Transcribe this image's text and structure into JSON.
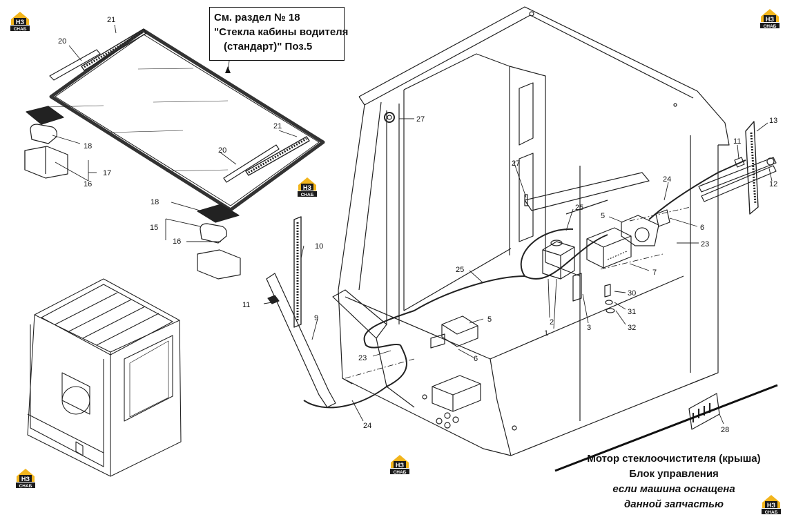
{
  "callout": {
    "line1": "См. раздел № 18",
    "line2": "\"Стекла кабины водителя",
    "line3": "(стандарт)\" Поз.5"
  },
  "caption": {
    "line1": "Мотор стеклоочистителя (крыша)",
    "line2": "Блок управления",
    "line3": "если машина оснащена",
    "line4": "данной запчастью"
  },
  "logo": {
    "top": "НЗ",
    "bottom": "СНАБ",
    "colors": {
      "yellow": "#f2b51d",
      "dark": "#1b1b1b"
    }
  },
  "parts": {
    "p1": "1",
    "p2": "2",
    "p3": "3",
    "p5": "5",
    "p6": "6",
    "p7": "7",
    "p9": "9",
    "p10": "10",
    "p11": "11",
    "p12": "12",
    "p13": "13",
    "p15": "15",
    "p16": "16",
    "p17": "17",
    "p18": "18",
    "p20": "20",
    "p21": "21",
    "p23": "23",
    "p24": "24",
    "p25": "25",
    "p27": "27",
    "p28": "28",
    "p30": "30",
    "p31": "31",
    "p32": "32"
  }
}
